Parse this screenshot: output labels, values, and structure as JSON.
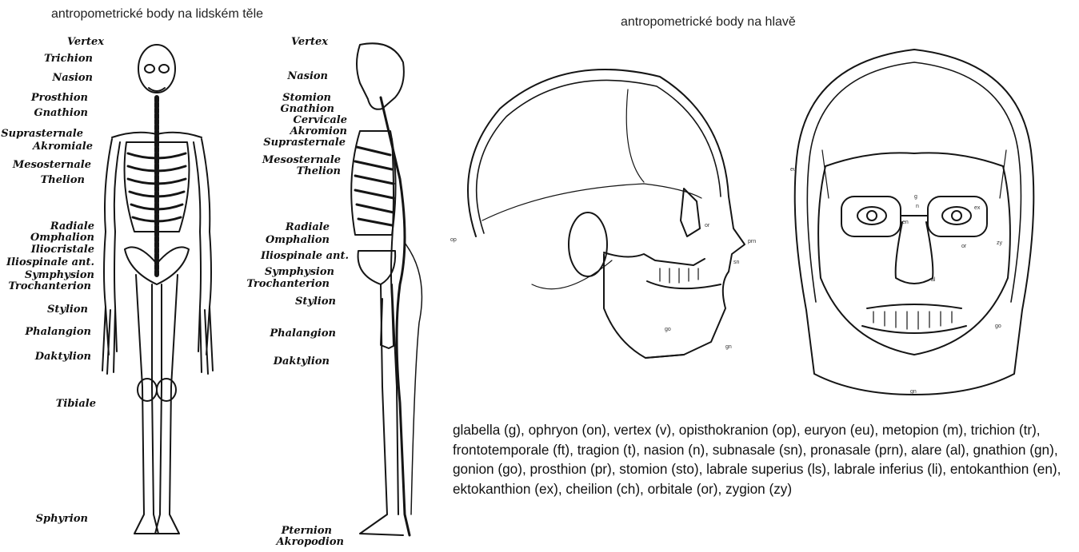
{
  "titles": {
    "body": "antropometrické body na lidském těle",
    "head": "antropometrické body na hlavě"
  },
  "front_labels": [
    "Vertex",
    "Trichion",
    "Nasion",
    "Prosthion",
    "Gnathion",
    "Suprasternale",
    "Akromiale",
    "Mesosternale",
    "Thelion",
    "Radiale",
    "Omphalion",
    "Iliocristale",
    "Iliospinale ant.",
    "Symphysion",
    "Trochanterion",
    "Stylion",
    "Phalangion",
    "Daktylion",
    "Tibiale",
    "Sphyrion"
  ],
  "side_labels": [
    "Vertex",
    "Nasion",
    "Stomion",
    "Gnathion",
    "Cervicale",
    "Akromion",
    "Suprasternale",
    "Mesosternale",
    "Thelion",
    "Radiale",
    "Omphalion",
    "Iliospinale ant.",
    "Symphysion",
    "Trochanterion",
    "Stylion",
    "Phalangion",
    "Daktylion",
    "Pternion",
    "Akropodion"
  ],
  "head_side_marks": [
    "op",
    "or",
    "prn",
    "sn",
    "go",
    "gn"
  ],
  "head_front_marks": [
    "g",
    "n",
    "eu",
    "ex",
    "en",
    "or",
    "zy",
    "al",
    "go",
    "gn"
  ],
  "legend": "glabella (g), ophryon (on), vertex (v), opisthokranion (op), euryon (eu), metopion (m), trichion (tr), frontotemporale (ft), tragion (t), nasion (n), subnasale (sn), pronasale (prn), alare (al), gnathion (gn), gonion (go), prosthion (pr), stomion (sto), labrale superius (ls), labrale inferius (li), entokanthion (en), ektokanthion (ex), cheilion (ch), orbitale (or), zygion (zy)"
}
